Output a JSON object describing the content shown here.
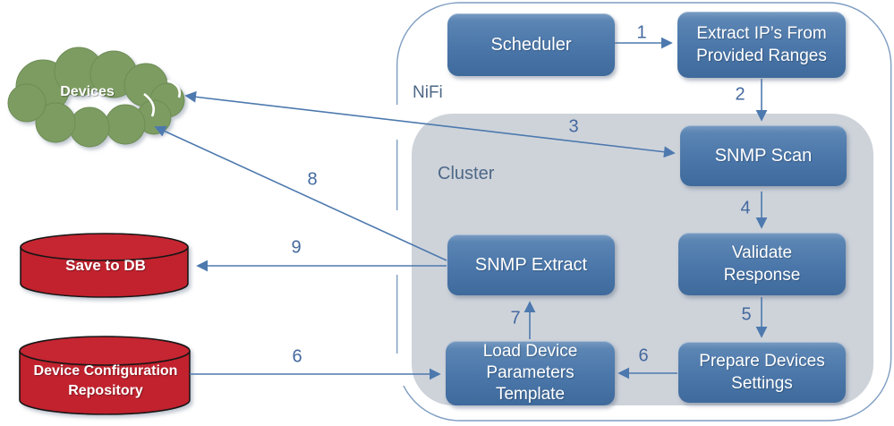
{
  "groups": {
    "outer_label": "NiFi",
    "inner_label": "Cluster"
  },
  "nodes": {
    "scheduler": "Scheduler",
    "extract_ips": "Extract IP’s From\nProvided Ranges",
    "snmp_scan": "SNMP Scan",
    "validate_response": "Validate\nResponse",
    "prepare_devices": "Prepare Devices\nSettings",
    "snmp_extract": "SNMP Extract",
    "load_template": "Load Device\nParameters\nTemplate"
  },
  "external_nodes": {
    "devices_cloud": "Devices",
    "save_to_db": "Save to DB",
    "device_config_repo": "Device Configuration\nRepository"
  },
  "step_labels": {
    "s1": "1",
    "s2": "2",
    "s3": "3",
    "s4": "4",
    "s5": "5",
    "s6_left": "6",
    "s6_right": "6",
    "s7": "7",
    "s8": "8",
    "s9": "9"
  },
  "colors": {
    "process_box": "#4a76a9",
    "cloud": "#7d9c62",
    "cloud_edge": "#6e8d55",
    "database": "#c1202d",
    "database_top": "#c52531",
    "connector": "#4d79ae",
    "group_fill": "#ced3da",
    "group_border": "#7e9dc2",
    "label_text": "#4e6886",
    "step_label": "#44699f"
  }
}
